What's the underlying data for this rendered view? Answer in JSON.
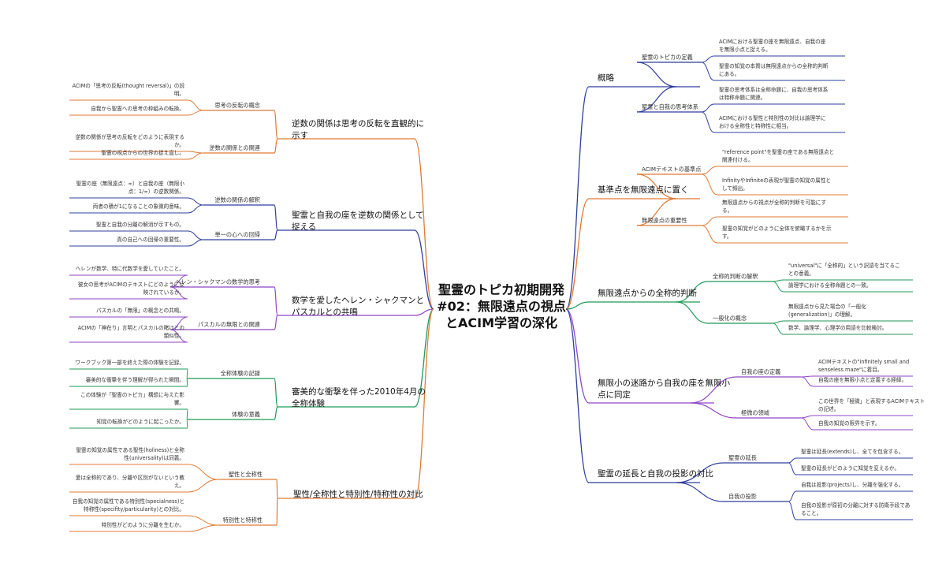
{
  "center": {
    "lines": [
      "聖霊のトピカ初期開発",
      "#02：無限遠点の視点",
      "とACIM学習の深化"
    ]
  },
  "colors": {
    "orange": "#e07a34",
    "navy": "#2f3f9e",
    "purple": "#8f46c7",
    "green": "#1f9a57"
  },
  "left": [
    {
      "lines": [
        "逆数の関係は思考の反転を直観的に",
        "示す"
      ],
      "children": [
        {
          "label": "思考の反転の概念",
          "leaves": [
            {
              "lines": [
                "ACIMの「思考の反転(thought reversal)」の説",
                "明。"
              ]
            },
            {
              "lines": [
                "自我から聖霊への思考の枠組みの転換。"
              ]
            }
          ]
        },
        {
          "label": "逆数の関係との関連",
          "leaves": [
            {
              "lines": [
                "逆数の関係が思考の反転をどのように表現する",
                "か。"
              ]
            },
            {
              "lines": [
                "聖霊の視点からの世界の捉え直し。"
              ]
            }
          ]
        }
      ]
    },
    {
      "lines": [
        "聖霊と自我の座を逆数の関係として",
        "捉える"
      ],
      "children": [
        {
          "label": "逆数の関係の解釈",
          "leaves": [
            {
              "lines": [
                "聖霊の座（無限遠点：∞）と自我の座（無限小",
                "点：1/∞）の逆数関係。"
              ]
            },
            {
              "lines": [
                "両者の積が1になることの象徴的意味。"
              ]
            }
          ]
        },
        {
          "label": "単一の心への回帰",
          "leaves": [
            {
              "lines": [
                "聖霊と自我の分離の解消が示すもの。"
              ]
            },
            {
              "lines": [
                "真の自己への回帰の重要性。"
              ]
            }
          ]
        }
      ]
    },
    {
      "lines": [
        "数学を愛したヘレン・シャクマンと",
        "パスカルとの共鳴"
      ],
      "children": [
        {
          "label": "ヘレン・シャクマンの数学的思考",
          "leaves": [
            {
              "lines": [
                "ヘレンが数学、特に代数学を愛していたこと。"
              ]
            },
            {
              "lines": [
                "彼女の思考がACIMのテキストにどのように反",
                "映されているか。"
              ]
            }
          ]
        },
        {
          "label": "パスカルの無限との関連",
          "leaves": [
            {
              "lines": [
                "パスカルの「無限」の概念との共鳴。"
              ]
            },
            {
              "lines": [
                "ACIMの「神在り」言明とパスカルの賭けとの",
                "類似性。"
              ]
            }
          ]
        }
      ]
    },
    {
      "lines": [
        "審美的な衝撃を伴った2010年4月の",
        "全称体験"
      ],
      "children": [
        {
          "label": "全称体験の記録",
          "leaves": [
            {
              "lines": [
                "ワークブック第一部を終えた際の体験を記録。"
              ]
            },
            {
              "lines": [
                "審美的な衝撃を伴う理解が得られた瞬間。"
              ]
            }
          ]
        },
        {
          "label": "体験の意義",
          "leaves": [
            {
              "lines": [
                "この体験が「聖霊のトピカ」構想に与えた影",
                "響。"
              ]
            },
            {
              "lines": [
                "知覚の転換がどのように起こったか。"
              ]
            }
          ]
        }
      ]
    },
    {
      "lines": [
        "聖性/全称性と特別性/特称性の対比"
      ],
      "children": [
        {
          "label": "聖性と全称性",
          "leaves": [
            {
              "lines": [
                "聖霊の知覚の属性である聖性(holiness)と全称",
                "性(universality)は同義。"
              ]
            },
            {
              "lines": [
                "愛は全称的であり、分離や区別がないという教",
                "え。"
              ]
            }
          ]
        },
        {
          "label": "特別性と特称性",
          "leaves": [
            {
              "lines": [
                "自我の知覚の属性である特別性(specialness)と",
                "特称性(specifity/particularity)との対比。"
              ]
            },
            {
              "lines": [
                "特別性がどのように分離を生むか。"
              ]
            }
          ]
        }
      ]
    }
  ],
  "right": [
    {
      "lines": [
        "概略"
      ],
      "children": [
        {
          "label": "聖霊のトピカの定義",
          "leaves": [
            {
              "lines": [
                "ACIMにおける聖霊の座を無限遠点、自我の座",
                "を無限小点と捉える。"
              ]
            },
            {
              "lines": [
                "聖霊の知覚の本質は無限遠点からの全称的判断",
                "にある。"
              ]
            }
          ]
        },
        {
          "label": "聖霊と自我の思考体系",
          "leaves": [
            {
              "lines": [
                "聖霊の思考体系は全称命題に、自我の思考体系",
                "は特称命題に関連。"
              ]
            },
            {
              "lines": [
                "ACIMにおける聖性と特別性の対比は論理学に",
                "おける全称性と特称性に相当。"
              ]
            }
          ]
        }
      ]
    },
    {
      "lines": [
        "基準点を無限遠点に置く"
      ],
      "children": [
        {
          "label": "ACIMテキストの基準点",
          "leaves": [
            {
              "lines": [
                "\"reference point\"を聖霊の座である無限遠点と",
                "関連付ける。"
              ]
            },
            {
              "lines": [
                "InfinityやInfiniteの表現が聖霊の知覚の属性と",
                "して頻出。"
              ]
            }
          ]
        },
        {
          "label": "無限遠点の重要性",
          "leaves": [
            {
              "lines": [
                "無限遠点からの視点が全称的判断を可能にす",
                "る。"
              ]
            },
            {
              "lines": [
                "聖霊の知覚がどのように全体を俯瞰するかを示",
                "す。"
              ]
            }
          ]
        }
      ]
    },
    {
      "lines": [
        "無限遠点からの全称的判断"
      ],
      "children": [
        {
          "label": "全称的判断の解釈",
          "leaves": [
            {
              "lines": [
                "\"universal\"に「全称的」という訳語を当てるこ",
                "との意義。"
              ]
            },
            {
              "lines": [
                "論理学における全称命題との一致。"
              ]
            }
          ]
        },
        {
          "label": "一般化の概念",
          "leaves": [
            {
              "lines": [
                "無限遠点から見た場合の「一般化",
                "(generalization)」の理解。"
              ]
            },
            {
              "lines": [
                "数学、論理学、心理学の用語を比較検討。"
              ]
            }
          ]
        }
      ]
    },
    {
      "lines": [
        "無限小の迷路から自我の座を無限小",
        "点に同定"
      ],
      "children": [
        {
          "label": "自我の座の定義",
          "leaves": [
            {
              "lines": [
                "ACIMテキストの\"infinitely small and",
                "senseless maze\"に着目。"
              ]
            },
            {
              "lines": [
                "自我の座を無限小点と定義する経緯。"
              ]
            }
          ]
        },
        {
          "label": "極微の領域",
          "leaves": [
            {
              "lines": [
                "この世界を「極微」と表現するACIMテキスト",
                "の記述。"
              ]
            },
            {
              "lines": [
                "自我の知覚の限界を示す。"
              ]
            }
          ]
        }
      ]
    },
    {
      "lines": [
        "聖霊の延長と自我の投影の対比"
      ],
      "children": [
        {
          "label": "聖霊の延長",
          "leaves": [
            {
              "lines": [
                "聖霊は延長(extends)し、全てを包含する。"
              ]
            },
            {
              "lines": [
                "聖霊の延長がどのように知覚を変えるか。"
              ]
            }
          ]
        },
        {
          "label": "自我の投影",
          "leaves": [
            {
              "lines": [
                "自我は投影(projects)し、分離を強化する。"
              ]
            },
            {
              "lines": [
                "自我の投影が原初の分離に対する防衛手段であ",
                "ること。"
              ]
            }
          ]
        }
      ]
    }
  ]
}
